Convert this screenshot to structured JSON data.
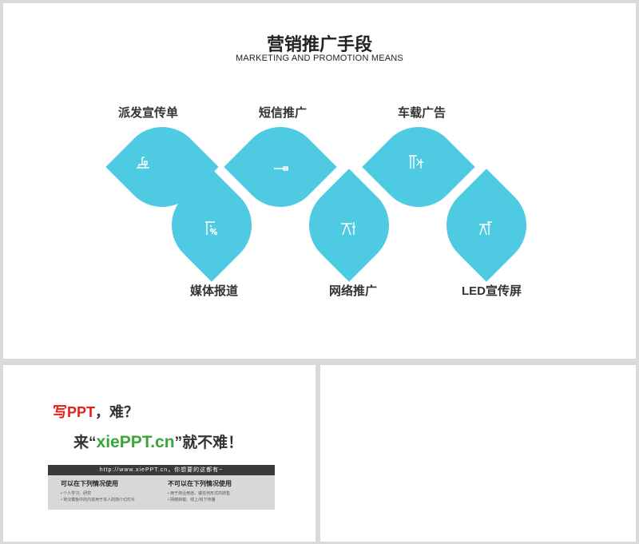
{
  "slide": {
    "title": "营销推广手段",
    "subtitle": "MARKETING AND PROMOTION MEANS",
    "accent_color": "#4ecbe3",
    "items": [
      {
        "label": "派发宣传单",
        "icon": "leaflet-icon"
      },
      {
        "label": "媒体报道",
        "icon": "media-icon"
      },
      {
        "label": "短信推广",
        "icon": "sms-icon"
      },
      {
        "label": "网络推广",
        "icon": "network-icon"
      },
      {
        "label": "车载广告",
        "icon": "vehicle-ad-icon"
      },
      {
        "label": "LED宣传屏",
        "icon": "led-screen-icon"
      }
    ]
  },
  "promo": {
    "line1_red": "写PPT",
    "line1_rest": "，难？",
    "line2_pre": "来“",
    "line2_brand": "xiePPT.cn",
    "line2_post": "”就不难！",
    "bar_text": "http://www.xiePPT.cn，你想要的这都有~",
    "col_left_title": "可以在下列情况使用",
    "col_left_items": [
      "个人学习、研究",
      "将汉模板中的内容用于本人的简介幻灯片"
    ],
    "col_right_title": "不可以在下列情况使用",
    "col_right_items": [
      "用于商业用途，或任何形式的转售",
      "网络转载、线上/线下传播"
    ]
  }
}
